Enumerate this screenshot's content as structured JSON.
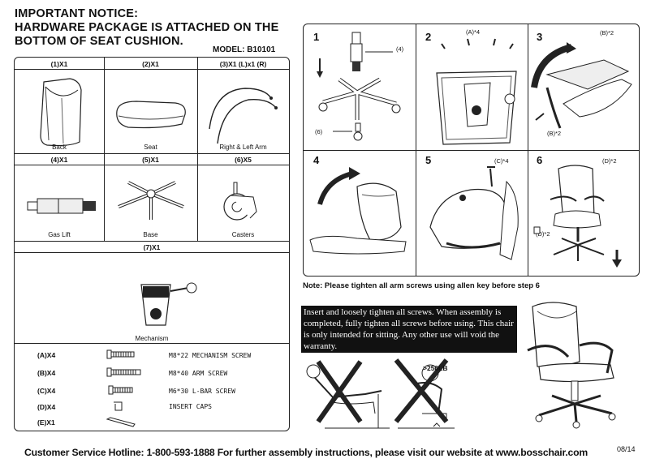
{
  "notice": {
    "line1": "IMPORTANT NOTICE:",
    "line2": "HARDWARE PACKAGE IS ATTACHED ON THE",
    "line3": "BOTTOM OF SEAT CUSHION."
  },
  "model": "MODEL: B10101",
  "parts_row1": [
    {
      "qty": "(1)X1",
      "label": "Back"
    },
    {
      "qty": "(2)X1",
      "label": "Seat"
    },
    {
      "qty": "(3)X1  (L)x1 (R)",
      "label": "Right & Left Arm"
    }
  ],
  "parts_row2": [
    {
      "qty": "(4)X1",
      "label": "Gas Lift"
    },
    {
      "qty": "(5)X1",
      "label": "Base"
    },
    {
      "qty": "(6)X5",
      "label": "Casters"
    }
  ],
  "part7": {
    "qty": "(7)X1",
    "label": "Mechanism"
  },
  "hardware": [
    {
      "qty": "(A)X4",
      "desc": "M8*22  MECHANISM SCREW"
    },
    {
      "qty": "(B)X4",
      "desc": "M8*40  ARM SCREW"
    },
    {
      "qty": "(C)X4",
      "desc": "M6*30  L-BAR SCREW"
    },
    {
      "qty": "(D)X4",
      "desc": "INSERT CAPS"
    },
    {
      "qty": "(E)X1",
      "desc": ""
    }
  ],
  "steps": {
    "s1": {
      "num": "1",
      "callout4": "(4)",
      "callout6": "(6)"
    },
    "s2": {
      "num": "2",
      "callout": "(A)*4"
    },
    "s3": {
      "num": "3",
      "callout_top": "(B)*2",
      "callout_bottom": "(B)*2"
    },
    "s4": {
      "num": "4"
    },
    "s5": {
      "num": "5",
      "callout": "(C)*4"
    },
    "s6": {
      "num": "6",
      "callout_top": "(D)*2",
      "callout_bottom": "(D)*2"
    }
  },
  "note": "Note: Please tighten all arm screws using allen key before step 6",
  "warning": "Insert and loosely tighten all screws. When assembly is completed, fully tighten all screws before using. This chair is only intended for sitting. Any other use will void the warranty.",
  "weight_limit": ">250LB",
  "footer": "Customer Service Hotline: 1-800-593-1888   For further assembly instructions,   please visit our website at   www.bosschair.com",
  "page": "08/14"
}
